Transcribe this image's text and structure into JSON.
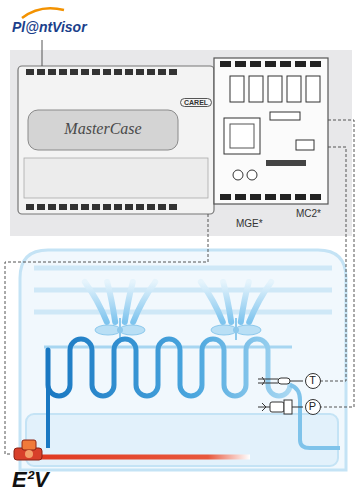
{
  "diagram": {
    "nodes": [
      {
        "text": [
          "Pl@ntVisor"
        ]
      },
      {
        "text": [
          "MasterCase",
          "MGE*"
        ]
      },
      {
        "text": [
          "MC2*"
        ]
      },
      {
        "text": [
          "T"
        ]
      },
      {
        "text": [
          "P"
        ]
      },
      {
        "text": [
          "E²V"
        ]
      }
    ],
    "edges": [
      {
        "from": 0,
        "to": 1,
        "arrow": "none"
      },
      {
        "from": 2,
        "to": 3,
        "arrow": "none"
      },
      {
        "from": 2,
        "to": 4,
        "arrow": "none"
      },
      {
        "from": 1,
        "to": 5,
        "arrow": "none"
      }
    ],
    "labels": [
      "CAREL"
    ]
  }
}
